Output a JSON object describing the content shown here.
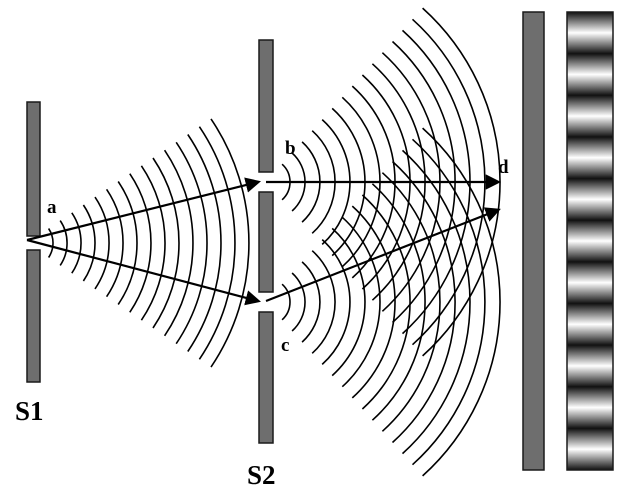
{
  "labels": {
    "first_barrier": "S1",
    "second_barrier": "S2",
    "point_a": "a",
    "point_b": "b",
    "point_c": "c",
    "point_d": "d"
  },
  "colors": {
    "barrier_fill": "#6e6e6e",
    "barrier_stroke": "#1a1a1a",
    "line": "#000000",
    "fringe_dark": "#111111",
    "fringe_light": "#ffffff"
  },
  "fringes": {
    "count": 11
  }
}
